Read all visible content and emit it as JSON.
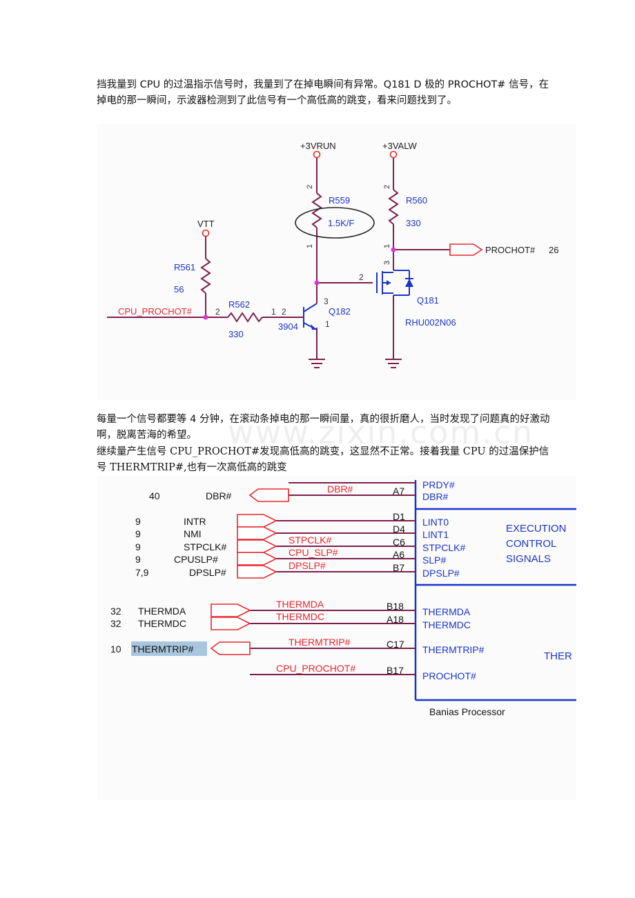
{
  "paragraphs": {
    "p1": "挡我量到 CPU 的过温指示信号时，我量到了在掉电瞬间有异常。Q181 D 极的 PROCHOT# 信号，在掉电的那一瞬间，示波器检测到了此信号有一个高低高的跳变，看来问题找到了。",
    "p2": "每量一个信号都要等 4 分钟，在滚动条掉电的那一瞬间量，真的很折磨人，当时发现了问题真的好激动啊，脱离苦海的希望。",
    "p3": "继续量产生信号 CPU_PROCHOT#发现高低高的跳变，这显然不正常。接着我量 CPU 的过温保护信号 THERMTRIP#,也有一次高低高的跳变"
  },
  "watermark": "www.zixin.com.cn",
  "schematic1": {
    "rail_run": "+3VRUN",
    "rail_alw": "+3VALW",
    "vtt": "VTT",
    "r559": "R559",
    "r559_val": "1.5K/F",
    "r560": "R560",
    "r560_val": "330",
    "r561": "R561",
    "r561_val": "56",
    "r562": "R562",
    "r562_val": "330",
    "q182": "Q182",
    "q182_part": "3904",
    "q181": "Q181",
    "q181_part": "RHU002N06",
    "net_in": "CPU_PROCHOT#",
    "net_out": "PROCHOT#",
    "net_out_page": "26",
    "pins": {
      "r559_top": "2",
      "r559_bot": "1",
      "r560_top": "2",
      "r560_bot": "1",
      "r562_left": "2",
      "r562_right": "1",
      "q182_b": "2",
      "q182_c": "3",
      "q182_e": "1",
      "q181_g": "2",
      "q181_d": "3"
    }
  },
  "schematic2": {
    "title_partial": "EXECUTION",
    "title_2": "CONTROL",
    "title_3": "SIGNALS",
    "block2_partial": "THER",
    "processor": "Banias Processor",
    "rows": [
      {
        "page": "40",
        "net": "DBR#",
        "wire": "DBR#",
        "pin": "A7",
        "signal": "DBR#"
      },
      {
        "page": "9",
        "net": "INTR",
        "wire": "",
        "pin": "D1",
        "signal": "LINT0"
      },
      {
        "page": "9",
        "net": "NMI",
        "wire": "",
        "pin": "D4",
        "signal": "LINT1"
      },
      {
        "page": "9",
        "net": "STPCLK#",
        "wire": "STPCLK#",
        "pin": "C6",
        "signal": "STPCLK#"
      },
      {
        "page": "9",
        "net": "CPUSLP#",
        "wire": "CPU_SLP#",
        "pin": "A6",
        "signal": "SLP#"
      },
      {
        "page": "7,9",
        "net": "DPSLP#",
        "wire": "DPSLP#",
        "pin": "B7",
        "signal": "DPSLP#"
      },
      {
        "page": "32",
        "net": "THERMDA",
        "wire": "THERMDA",
        "pin": "B18",
        "signal": "THERMDA"
      },
      {
        "page": "32",
        "net": "THERMDC",
        "wire": "THERMDC",
        "pin": "A18",
        "signal": "THERMDC"
      },
      {
        "page": "10",
        "net": "THERMTRIP#",
        "wire": "THERMTRIP#",
        "pin": "C17",
        "signal": "THERMTRIP#"
      },
      {
        "page": "",
        "net": "",
        "wire": "CPU_PROCHOT#",
        "pin": "B17",
        "signal": "PROCHOT#"
      }
    ],
    "top_signal": "PRDY#"
  },
  "colors": {
    "wire": "#7a1f4b",
    "net_red": "#e8262b",
    "blue": "#1a33c9",
    "text": "#111111",
    "highlight": "#a9c6df",
    "junction": "#e033d6"
  }
}
